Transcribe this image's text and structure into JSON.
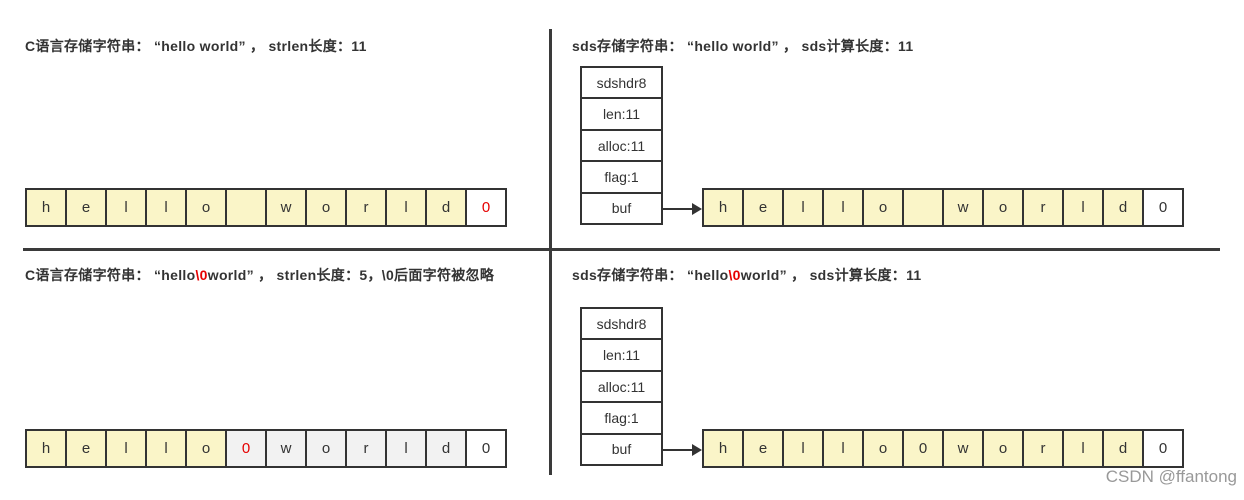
{
  "colors": {
    "text": "#333333",
    "red": "#e60000",
    "border": "#333333",
    "yellow": "#faf5c8",
    "gray": "#f2f2f2",
    "white": "#ffffff",
    "divider": "#3a3a3a",
    "watermark": "#999999"
  },
  "watermark": "CSDN @ffantong",
  "quadrants": [
    {
      "id": "tl",
      "title": [
        {
          "t": "C语言存储字符串： “hello world” ， strlen长度：11"
        }
      ],
      "cells": [
        {
          "ch": "h",
          "bg": "yellow"
        },
        {
          "ch": "e",
          "bg": "yellow"
        },
        {
          "ch": "l",
          "bg": "yellow"
        },
        {
          "ch": "l",
          "bg": "yellow"
        },
        {
          "ch": "o",
          "bg": "yellow"
        },
        {
          "ch": "",
          "bg": "yellow"
        },
        {
          "ch": "w",
          "bg": "yellow"
        },
        {
          "ch": "o",
          "bg": "yellow"
        },
        {
          "ch": "r",
          "bg": "yellow"
        },
        {
          "ch": "l",
          "bg": "yellow"
        },
        {
          "ch": "d",
          "bg": "yellow"
        },
        {
          "ch": "0",
          "bg": "white",
          "red": true
        }
      ]
    },
    {
      "id": "tr",
      "title": [
        {
          "t": "sds存储字符串： “hello world” ， sds计算长度：11"
        }
      ],
      "struct_rows": [
        "sdshdr8",
        "len:11",
        "alloc:11",
        "flag:1",
        "buf"
      ],
      "cells": [
        {
          "ch": "h",
          "bg": "yellow"
        },
        {
          "ch": "e",
          "bg": "yellow"
        },
        {
          "ch": "l",
          "bg": "yellow"
        },
        {
          "ch": "l",
          "bg": "yellow"
        },
        {
          "ch": "o",
          "bg": "yellow"
        },
        {
          "ch": "",
          "bg": "yellow"
        },
        {
          "ch": "w",
          "bg": "yellow"
        },
        {
          "ch": "o",
          "bg": "yellow"
        },
        {
          "ch": "r",
          "bg": "yellow"
        },
        {
          "ch": "l",
          "bg": "yellow"
        },
        {
          "ch": "d",
          "bg": "yellow"
        },
        {
          "ch": "0",
          "bg": "white"
        }
      ]
    },
    {
      "id": "bl",
      "title": [
        {
          "t": "C语言存储字符串： “hello"
        },
        {
          "t": "\\0",
          "red": true
        },
        {
          "t": "world” ， strlen长度：5，\\0后面字符被忽略"
        }
      ],
      "cells": [
        {
          "ch": "h",
          "bg": "yellow"
        },
        {
          "ch": "e",
          "bg": "yellow"
        },
        {
          "ch": "l",
          "bg": "yellow"
        },
        {
          "ch": "l",
          "bg": "yellow"
        },
        {
          "ch": "o",
          "bg": "yellow"
        },
        {
          "ch": "0",
          "bg": "gray",
          "red": true
        },
        {
          "ch": "w",
          "bg": "gray"
        },
        {
          "ch": "o",
          "bg": "gray"
        },
        {
          "ch": "r",
          "bg": "gray"
        },
        {
          "ch": "l",
          "bg": "gray"
        },
        {
          "ch": "d",
          "bg": "gray"
        },
        {
          "ch": "0",
          "bg": "white"
        }
      ]
    },
    {
      "id": "br",
      "title": [
        {
          "t": "sds存储字符串： “hello"
        },
        {
          "t": "\\0",
          "red": true
        },
        {
          "t": "world” ， sds计算长度：11"
        }
      ],
      "struct_rows": [
        "sdshdr8",
        "len:11",
        "alloc:11",
        "flag:1",
        "buf"
      ],
      "cells": [
        {
          "ch": "h",
          "bg": "yellow"
        },
        {
          "ch": "e",
          "bg": "yellow"
        },
        {
          "ch": "l",
          "bg": "yellow"
        },
        {
          "ch": "l",
          "bg": "yellow"
        },
        {
          "ch": "o",
          "bg": "yellow"
        },
        {
          "ch": "0",
          "bg": "yellow"
        },
        {
          "ch": "w",
          "bg": "yellow"
        },
        {
          "ch": "o",
          "bg": "yellow"
        },
        {
          "ch": "r",
          "bg": "yellow"
        },
        {
          "ch": "l",
          "bg": "yellow"
        },
        {
          "ch": "d",
          "bg": "yellow"
        },
        {
          "ch": "0",
          "bg": "white"
        }
      ]
    }
  ]
}
